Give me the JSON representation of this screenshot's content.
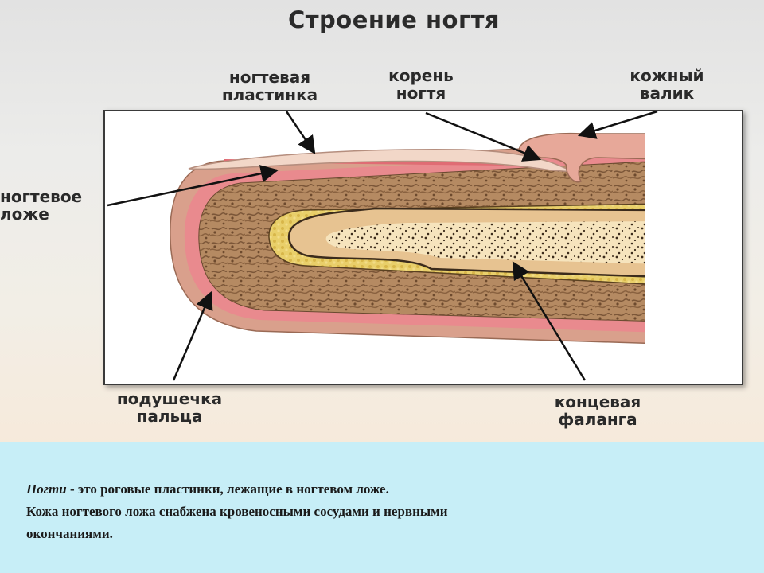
{
  "title": "Строение ногтя",
  "labels": {
    "nail_plate": [
      "ногтевая",
      "пластинка"
    ],
    "nail_root": [
      "корень",
      "ногтя"
    ],
    "skin_fold": [
      "кожный",
      "валик"
    ],
    "nail_bed": [
      "ногтевое",
      "ложе"
    ],
    "finger_pad": [
      "подушечка",
      "пальца"
    ],
    "distal_phalanx": [
      "концевая",
      "фаланга"
    ]
  },
  "caption": {
    "term": "Ногти",
    "line1": " - это роговые пластинки, лежащие в ногтевом ложе.",
    "line2": "Кожа ногтевого ложа снабжена кровеносными сосудами и нервными",
    "line3": "окончаниями."
  },
  "colors": {
    "skin": "#d9a08c",
    "dermis": "#e98a8e",
    "fat_tissue": "#a37c57",
    "nail": "#f2d7c8",
    "bone_marrow": "#f7e2b6",
    "outline": "#3b2b1c"
  }
}
